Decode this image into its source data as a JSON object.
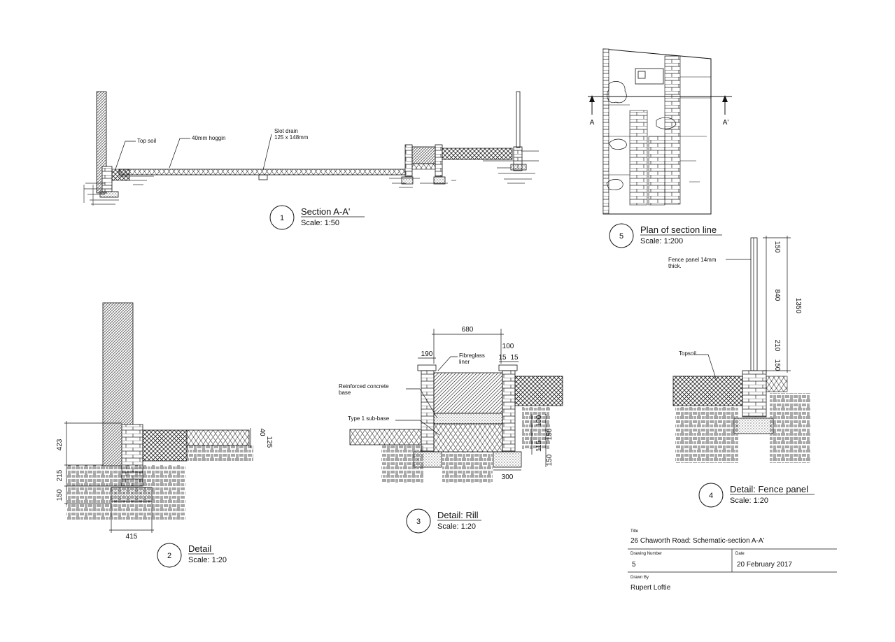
{
  "views": {
    "section": {
      "number": "1",
      "title": "Section A-A'",
      "scale": "Scale: 1:50",
      "labels": {
        "top_soil": "Top soil",
        "hoggin": "40mm hoggin",
        "slot_drain_1": "Slot drain",
        "slot_drain_2": "125 x 148mm"
      }
    },
    "detail": {
      "number": "2",
      "title": "Detail",
      "scale": "Scale: 1:20",
      "dims": {
        "d423": "423",
        "d215": "215",
        "d150": "150",
        "d415": "415",
        "d40": "40",
        "d125": "125"
      }
    },
    "rill": {
      "number": "3",
      "title": "Detail: Rill",
      "scale": "Scale: 1:20",
      "labels": {
        "fibreglass_1": "Fibreglass",
        "fibreglass_2": "liner",
        "concrete_1": "Reinforced concrete",
        "concrete_2": "base",
        "subbase": "Type 1 sub-base"
      },
      "dims": {
        "d680": "680",
        "d190": "190",
        "d100_top": "100",
        "d15a": "15",
        "d15b": "15",
        "d100": "100",
        "d150a": "150",
        "d115": "115",
        "d150b": "150",
        "d300": "300"
      }
    },
    "fence": {
      "number": "4",
      "title": "Detail: Fence panel",
      "scale": "Scale: 1:20",
      "labels": {
        "panel_1": "Fence panel 14mm",
        "panel_2": "thick.",
        "topsoil": "Topsoil"
      },
      "dims": {
        "d150a": "150",
        "d840": "840",
        "d210": "210",
        "d150b": "150",
        "d1350": "1350"
      }
    },
    "plan": {
      "number": "5",
      "title": "Plan of section line",
      "scale": "Scale: 1:200",
      "marker_a": "A",
      "marker_a_prime": "A'"
    }
  },
  "title_block": {
    "title_label": "Title",
    "title_value": "26 Chaworth  Road: Schematic-section  A-A'",
    "drawing_number_label": "Drawing Number",
    "drawing_number_value": "5",
    "date_label": "Date",
    "date_value": "20 February  2017",
    "drawn_by_label": "Drawn By",
    "drawn_by_value": "Rupert  Loftie"
  }
}
